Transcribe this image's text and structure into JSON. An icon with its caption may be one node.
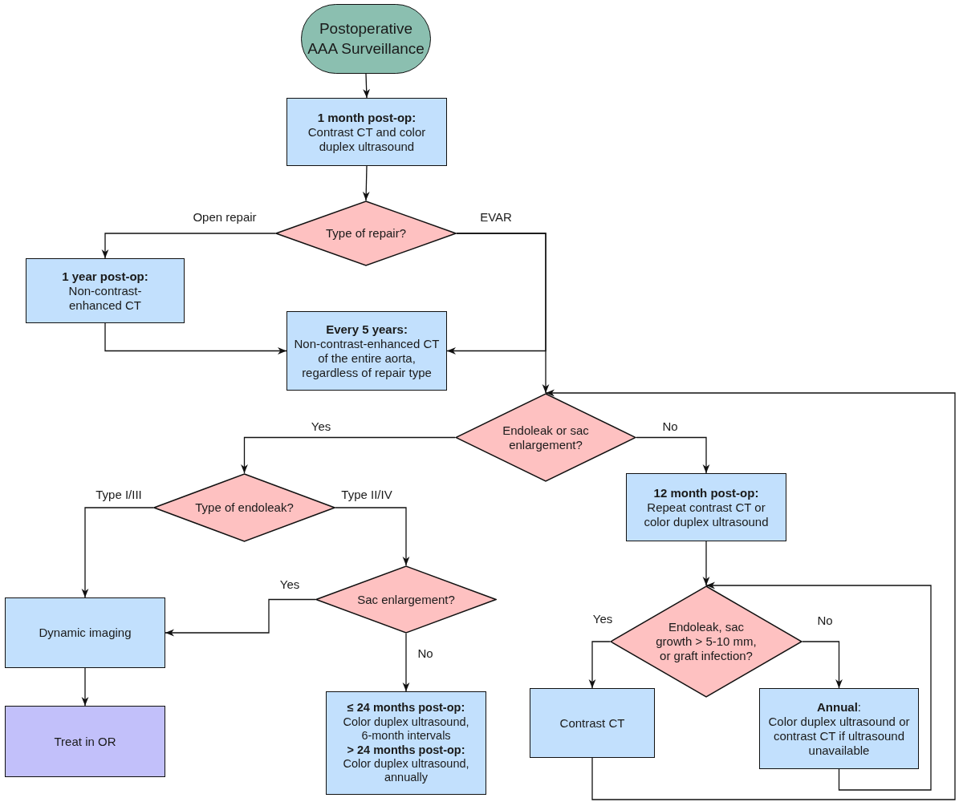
{
  "diagram": {
    "nodes": [
      {
        "text": [
          "Postoperative AAA Surveillance"
        ]
      },
      {
        "text": [
          "1 month post-op:",
          "Contrast CT and color duplex ultrasound"
        ]
      },
      {
        "text": [
          "Type of repair?"
        ]
      },
      {
        "text": [
          "1 year post-op:",
          "Non-contrast-enhanced CT"
        ]
      },
      {
        "text": [
          "Every 5 years:",
          "Non-contrast-enhanced CT of the entire aorta, regardless of repair type"
        ]
      },
      {
        "text": [
          "Endoleak or sac enlargement?"
        ]
      },
      {
        "text": [
          "Type of endoleak?"
        ]
      },
      {
        "text": [
          "12 month post-op:",
          "Repeat contrast CT or color duplex ultrasound"
        ]
      },
      {
        "text": [
          "Sac enlargement?"
        ]
      },
      {
        "text": [
          "Dynamic imaging"
        ]
      },
      {
        "text": [
          "Endoleak, sac growth > 5-10 mm, or graft infection?"
        ]
      },
      {
        "text": [
          "≤ 24 months post-op:",
          "Color duplex ultrasound, 6-month intervals",
          "> 24 months post-op:",
          "Color duplex ultrasound, annually"
        ]
      },
      {
        "text": [
          "Treat in OR"
        ]
      },
      {
        "text": [
          "Contrast CT"
        ]
      },
      {
        "text": [
          "**Annual**:",
          "Color duplex ultrasound or contrast CT if ultrasound unavailable"
        ]
      }
    ],
    "edges": [
      {
        "from": 0,
        "to": 1,
        "arrow": "to"
      },
      {
        "from": 1,
        "to": 2,
        "arrow": "to"
      },
      {
        "from": 2,
        "to": 3,
        "label": "Open repair",
        "arrow": "to"
      },
      {
        "from": 2,
        "to": 5,
        "label": "EVAR",
        "arrow": "to"
      },
      {
        "from": 2,
        "to": 4,
        "arrow": "to"
      },
      {
        "from": 3,
        "to": 4,
        "arrow": "to"
      },
      {
        "from": 5,
        "to": 6,
        "label": "Yes",
        "arrow": "to"
      },
      {
        "from": 5,
        "to": 7,
        "label": "No",
        "arrow": "to"
      },
      {
        "from": 6,
        "to": 9,
        "label": "Type I/III",
        "arrow": "to"
      },
      {
        "from": 6,
        "to": 8,
        "label": "Type II/IV",
        "arrow": "to"
      },
      {
        "from": 8,
        "to": 9,
        "label": "Yes",
        "arrow": "to"
      },
      {
        "from": 8,
        "to": 11,
        "label": "No",
        "arrow": "to"
      },
      {
        "from": 9,
        "to": 12,
        "arrow": "to"
      },
      {
        "from": 7,
        "to": 10,
        "arrow": "to"
      },
      {
        "from": 10,
        "to": 13,
        "label": "Yes",
        "arrow": "to"
      },
      {
        "from": 10,
        "to": 14,
        "label": "No",
        "arrow": "to"
      },
      {
        "from": 14,
        "to": 10,
        "arrow": "to"
      },
      {
        "from": 13,
        "to": 5,
        "arrow": "to"
      }
    ]
  }
}
